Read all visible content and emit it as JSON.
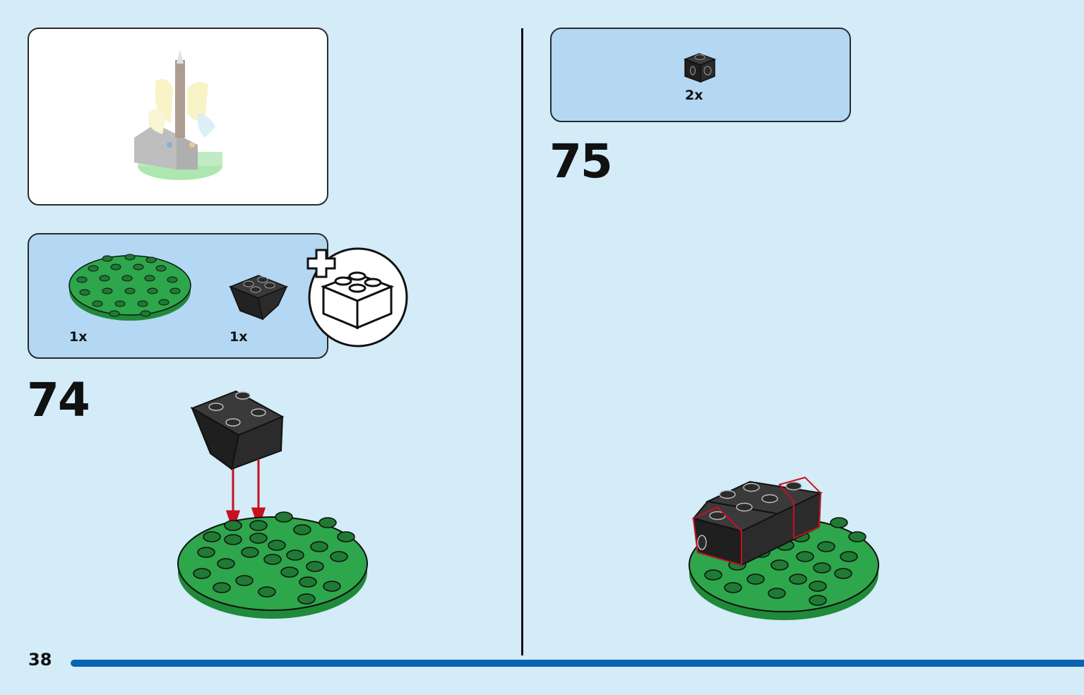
{
  "page": {
    "number": "38"
  },
  "step74": {
    "number": "74",
    "parts": [
      {
        "name": "green-round-plate",
        "qty": "1x",
        "color": "#2ea64b"
      },
      {
        "name": "black-inverted-slope",
        "qty": "1x",
        "color": "#2b2b2b"
      }
    ]
  },
  "step75": {
    "number": "75",
    "parts": [
      {
        "name": "black-brick-studs-on-side",
        "qty": "2x",
        "color": "#2b2b2b"
      }
    ]
  },
  "colors": {
    "background": "#d4ebf8",
    "parts_panel": "#b4d8f3",
    "progress": "#0963b0",
    "green_plate": "#2ea64b",
    "arrow": "#c8101e"
  }
}
